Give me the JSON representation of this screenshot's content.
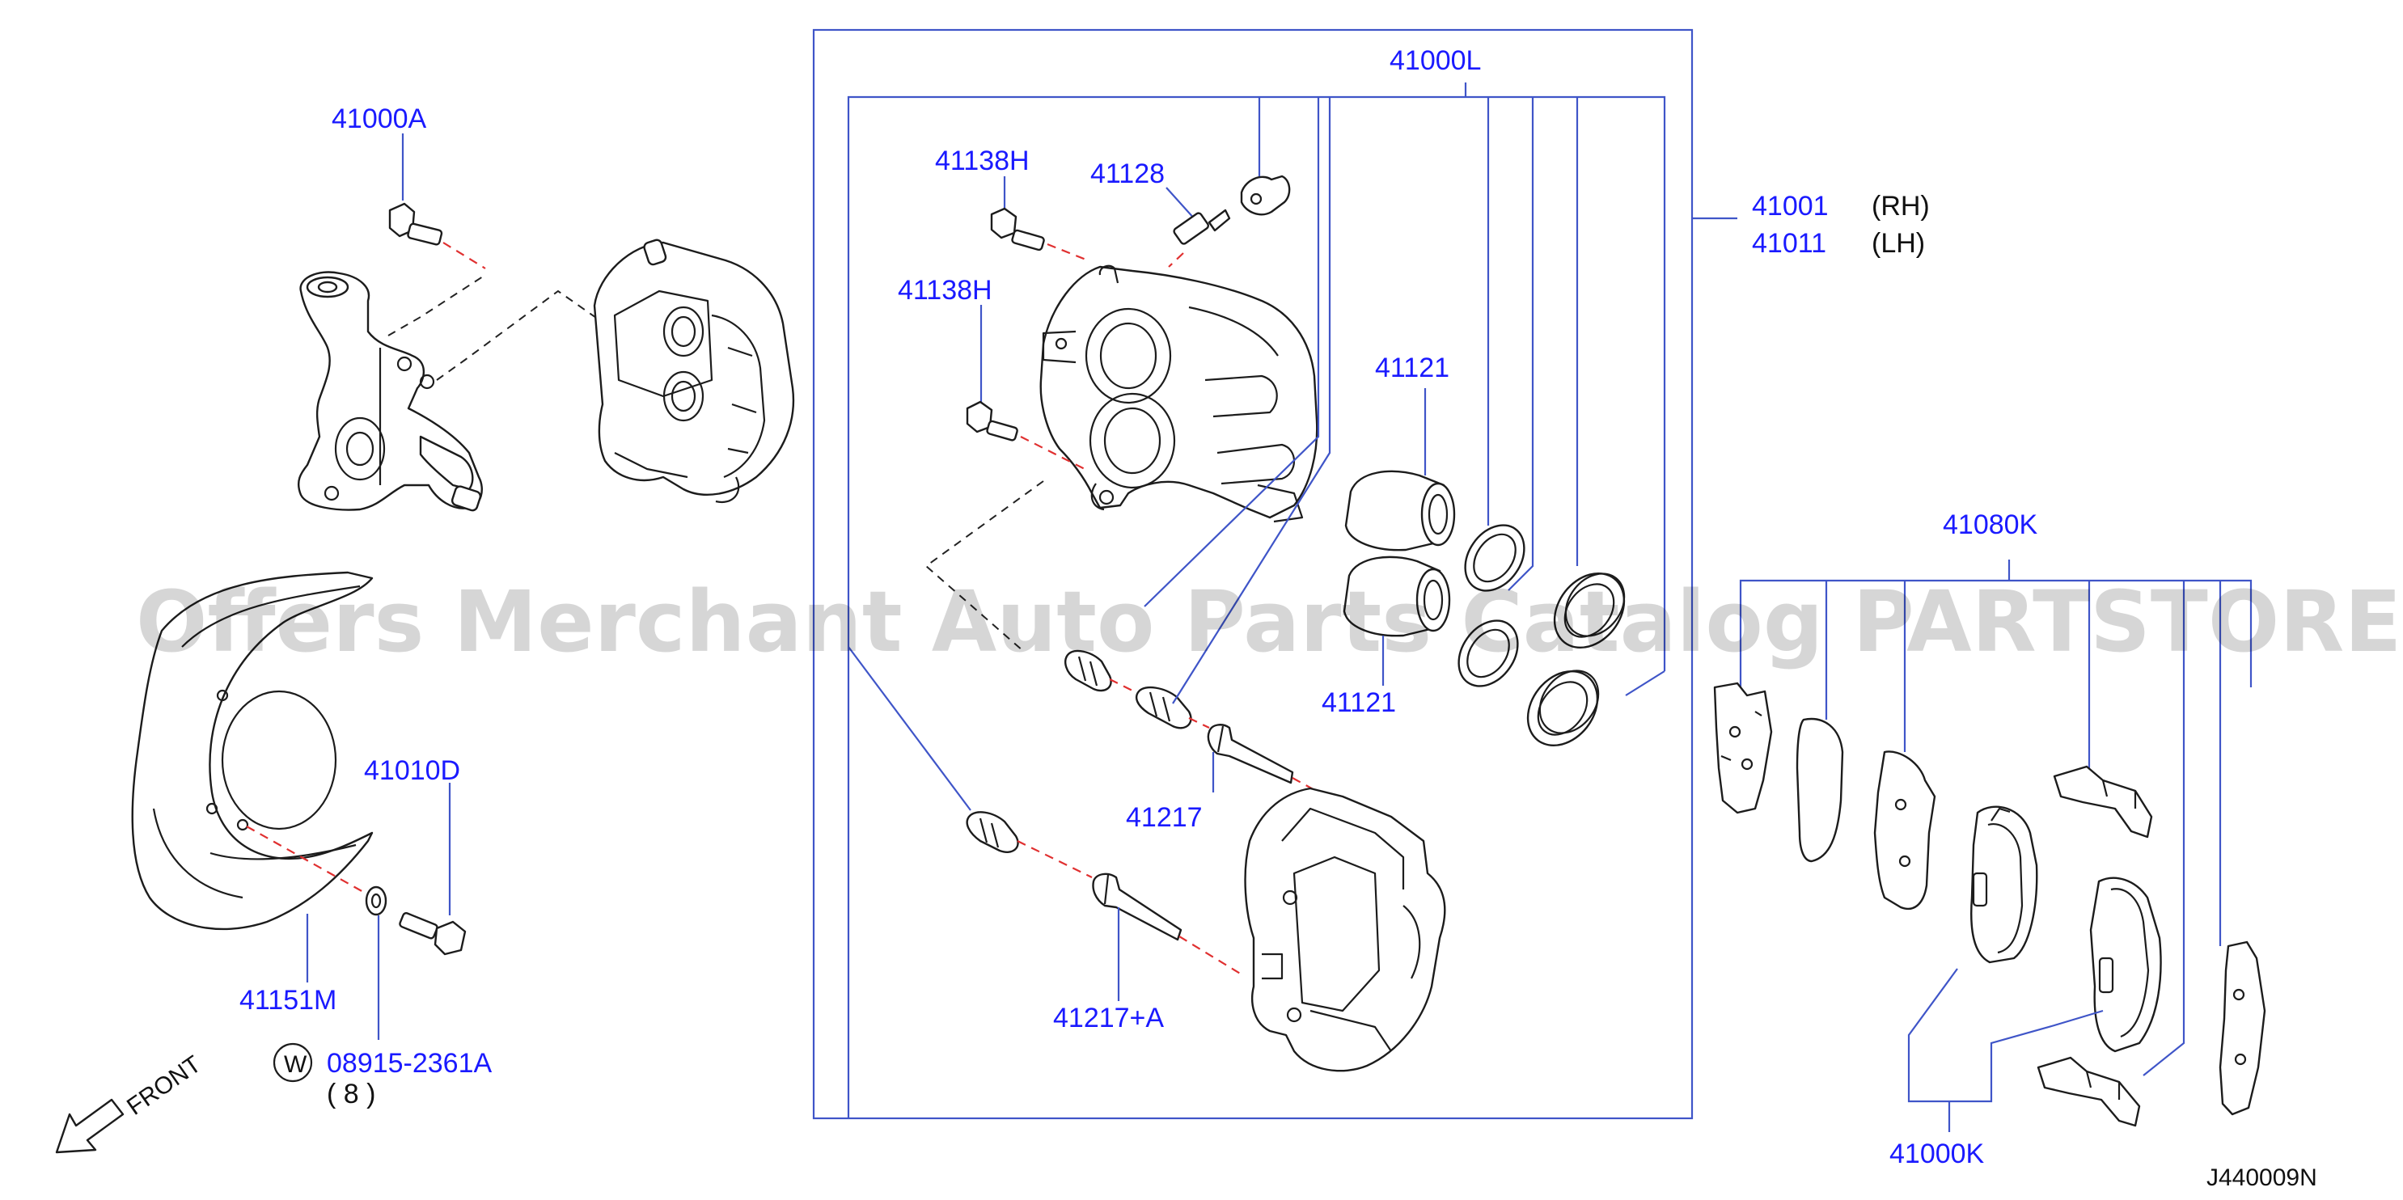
{
  "labels": {
    "p41000A": "41000A",
    "p41000L": "41000L",
    "p41001": "41001",
    "rh": "(RH)",
    "p41011": "41011",
    "lh": "(LH)",
    "p41138H_top": "41138H",
    "p41128": "41128",
    "p41138H_mid": "41138H",
    "p41121_top": "41121",
    "p41121_bottom": "41121",
    "p41217": "41217",
    "p41217A": "41217+A",
    "p41010D": "41010D",
    "p41151M": "41151M",
    "p08915": "08915-2361A",
    "washer_marker": "W",
    "washer_qty": "( 8 )",
    "front": "FRONT",
    "p41080K": "41080K",
    "p41000K": "41000K",
    "diagram_id": "J440009N"
  },
  "watermark": "Offers Merchant Auto Parts Catalog PARTSTORE.SA",
  "colors": {
    "label_blue": "#1a1aff",
    "leader_blue": "#3f55c8",
    "drawing": "#1c1c1c",
    "alignment_dash_red": "#e03030"
  },
  "icons": {
    "front_arrow": "front-arrow-icon",
    "washer_symbol": "washer-symbol-icon"
  }
}
